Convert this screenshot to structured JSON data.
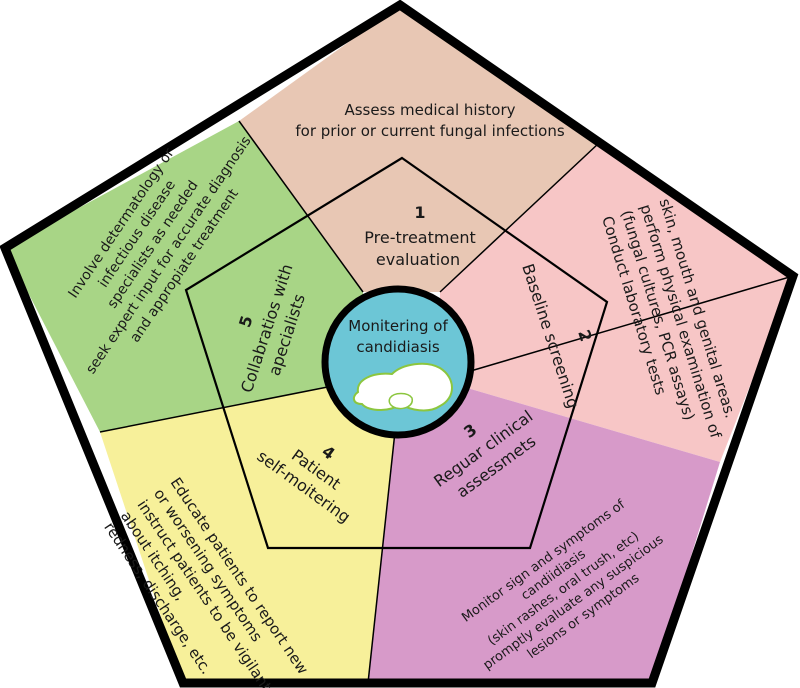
{
  "center": {
    "title_line1": "Monitering of",
    "title_line2": "candidiasis",
    "fill": "#6cc6d6",
    "icon": "candida-cell-icon"
  },
  "segments": [
    {
      "number": "1",
      "title_lines": [
        "Pre-treatment",
        "evaluation"
      ],
      "detail_lines": [
        "Assess medical history",
        "for prior or current fungal infections"
      ],
      "fill": "#e8c7b4"
    },
    {
      "number": "2",
      "title_lines": [
        "Baseline screening"
      ],
      "detail_lines": [
        "Conduct laboratory tests",
        "(fungal cultures, PCR assays)",
        "perform physical examination of",
        "skin, mouth and genital areas."
      ],
      "fill": "#f7c6c6"
    },
    {
      "number": "3",
      "title_lines": [
        "Reguar clinical",
        "assessmets"
      ],
      "detail_lines": [
        "Monitor sign and symptoms of",
        "candiidiasis",
        "(skin rashes, oral trush, etc)",
        "promptly evaluate any suspicious",
        "lesions or symptoms"
      ],
      "fill": "#d79ac9"
    },
    {
      "number": "4",
      "title_lines": [
        "Patient",
        "self-moitering"
      ],
      "detail_lines": [
        "Educate patients to report new",
        "or worsening symptoms",
        "instruct patients to be vigilant",
        "about itching,",
        "redness, discharge, etc."
      ],
      "fill": "#f7f09a"
    },
    {
      "number": "5",
      "title_lines": [
        "Collabratios with",
        "apecialists"
      ],
      "detail_lines": [
        "Involve determatology or",
        "infectious disease",
        "specialists as needed",
        "seek expert input for accurate diagnosis",
        "and appropiate treatment"
      ],
      "fill": "#a8d586"
    }
  ],
  "colors": {
    "outline": "#000000",
    "center_ring": "#000000",
    "cell_fill": "#ffffff",
    "cell_stroke": "#8cc63f"
  }
}
